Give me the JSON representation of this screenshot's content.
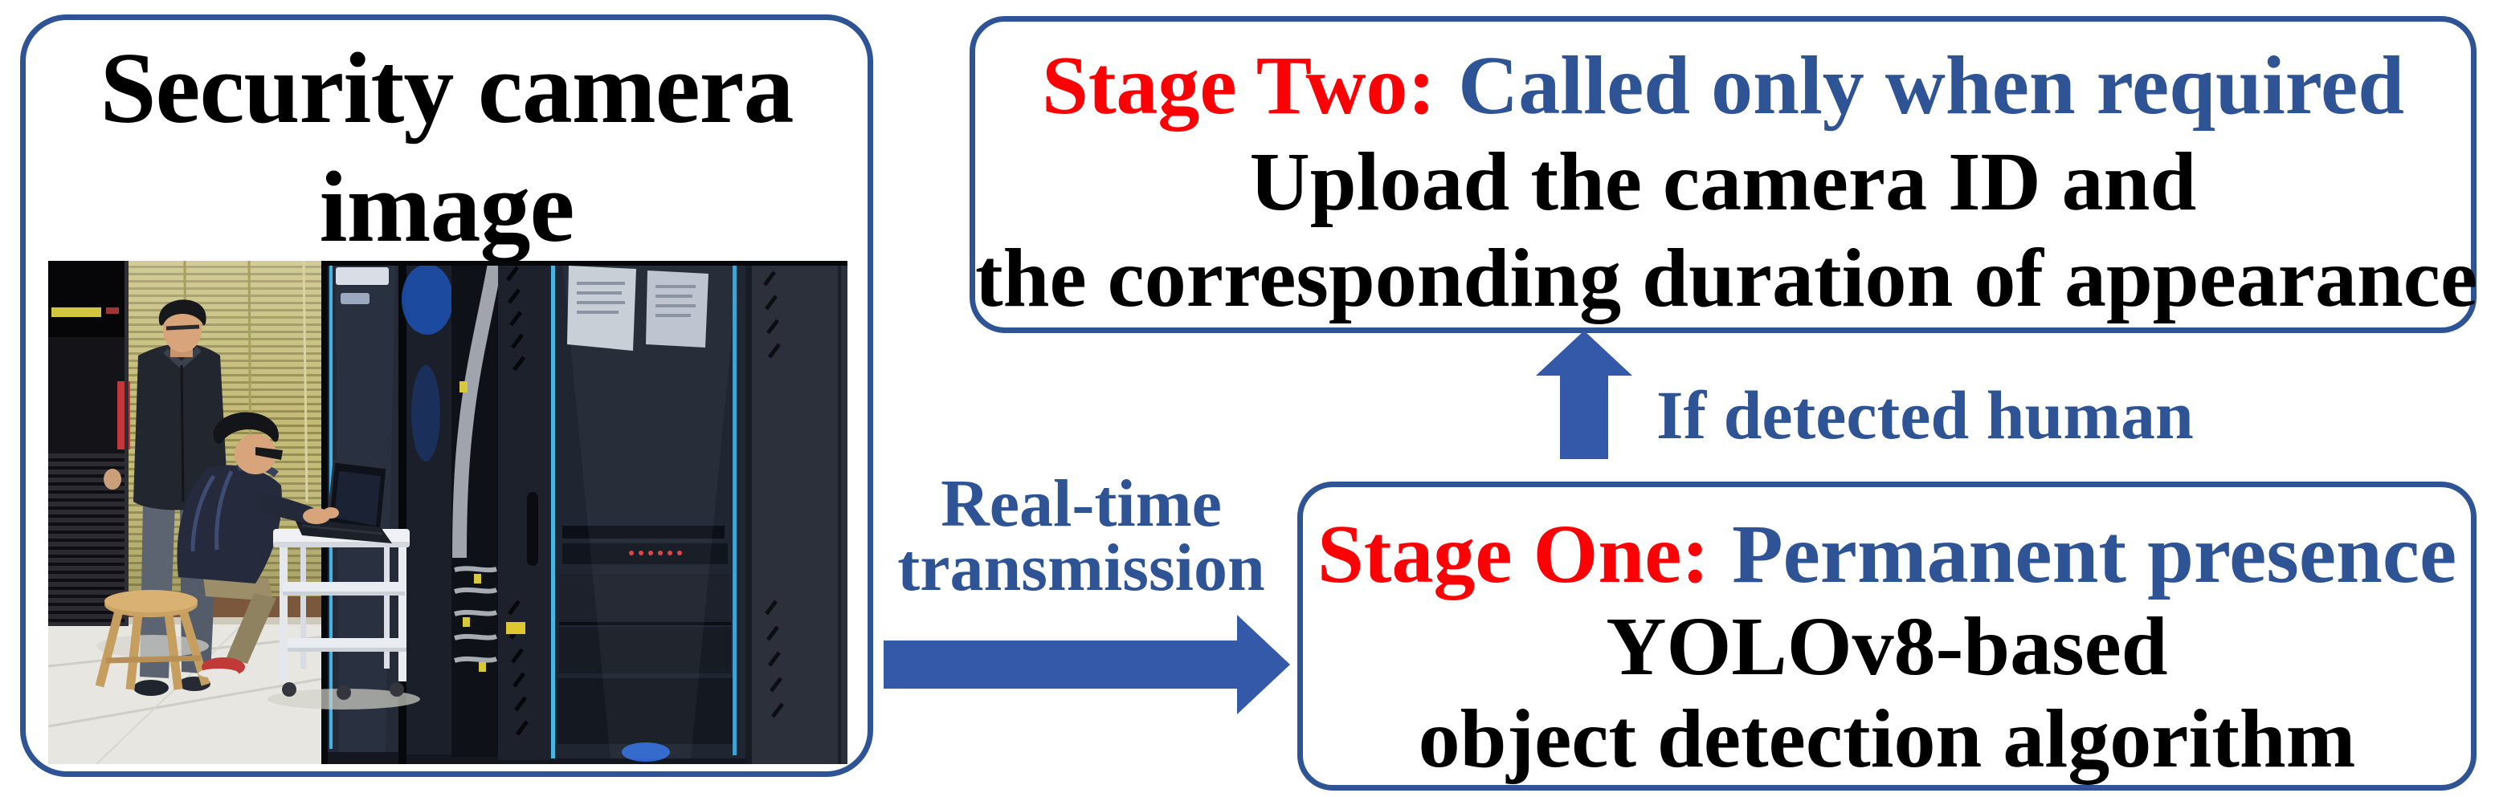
{
  "figure": {
    "left_panel": {
      "title_line1": "Security camera",
      "title_line2": "image"
    },
    "stage_two_box": {
      "heading_red": "Stage Two:",
      "heading_blue": "Called only when required",
      "body_line1": "Upload the camera ID and",
      "body_line2": "the corresponding duration of appearance"
    },
    "stage_one_box": {
      "heading_red": "Stage One:",
      "heading_blue": "Permanent presence",
      "body_line1": "YOLOv8-based",
      "body_line2": "object detection algorithm"
    },
    "labels": {
      "horizontal_arrow_line1": "Real-time",
      "horizontal_arrow_line2": "transmission",
      "vertical_arrow": "If detected human"
    },
    "colors": {
      "box_border_blue": "#2F5496",
      "blue_text": "#2F5496",
      "red_text": "#FB0005",
      "black_text": "#000000",
      "arrow_blue": "#3459A8"
    }
  }
}
